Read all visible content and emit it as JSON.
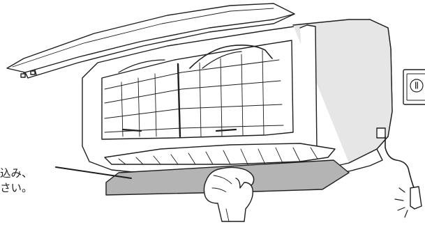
{
  "annotation": {
    "line1": "込み、",
    "line2": "さい。"
  },
  "outlet": {
    "symbol": "Ⅱ"
  },
  "icons": [
    "wall-outlet-icon",
    "power-plug-icon",
    "cloth-icon",
    "hand-icon"
  ],
  "colors": {
    "line": "#1e1e1e",
    "body_shadow": "#e6e6e6",
    "filter_sheet": "#b4b4b4",
    "background": "#ffffff"
  }
}
